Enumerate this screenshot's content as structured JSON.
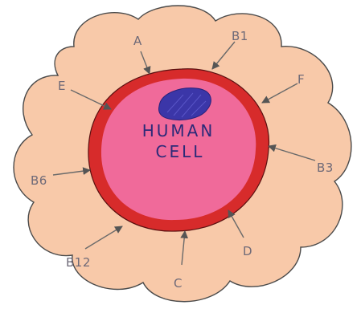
{
  "diagram": {
    "cell_label_line1": "HUMAN",
    "cell_label_line2": "CELL",
    "labels": {
      "A": "A",
      "B1": "B1",
      "F": "F",
      "E": "E",
      "B3": "B3",
      "B6": "B6",
      "B12": "B12",
      "D": "D",
      "C": "C"
    }
  },
  "colors": {
    "outer_blob": "#f8c9a9",
    "outer_outline": "#4a4a4a",
    "membrane": "#d72b2b",
    "cytoplasm": "#f06a9a",
    "nucleus": "#3b36a8",
    "text": "#2c2a78"
  }
}
